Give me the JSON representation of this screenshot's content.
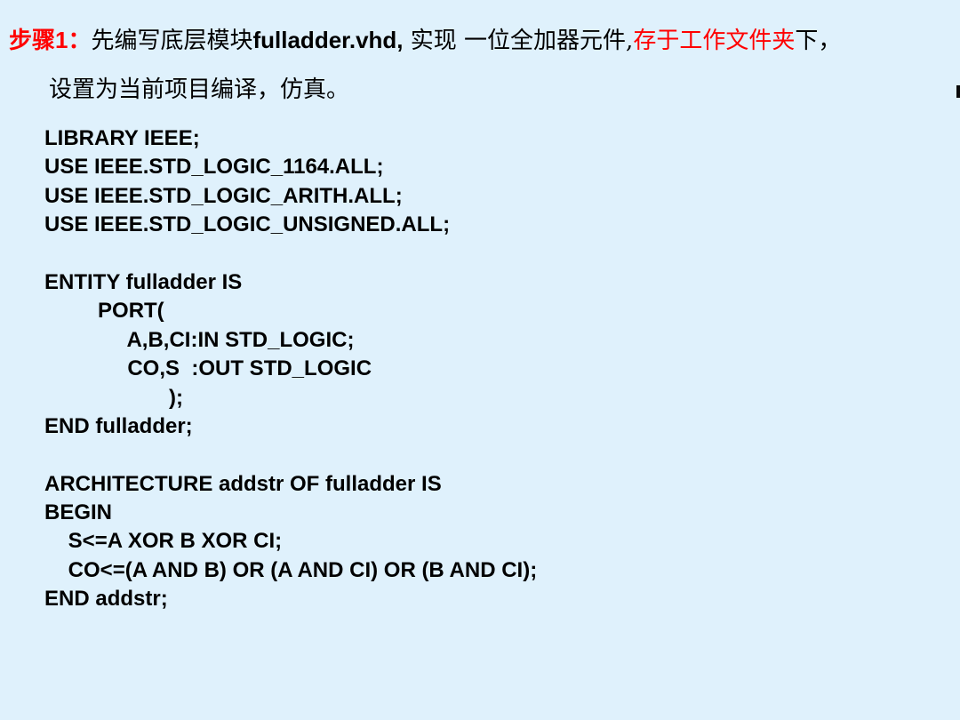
{
  "heading": {
    "step_label": "步骤1：",
    "text_1": "先编写底层模块",
    "filename": "fulladder.vhd,",
    "text_2": " 实现 一位全加器元件,",
    "text_red": "存于工作文件夹",
    "text_3": "下，"
  },
  "subline": "设置为当前项目编译，仿真。",
  "code": {
    "lines": [
      "LIBRARY IEEE;",
      "USE IEEE.STD_LOGIC_1164.ALL;",
      "USE IEEE.STD_LOGIC_ARITH.ALL;",
      "USE IEEE.STD_LOGIC_UNSIGNED.ALL;",
      "",
      "ENTITY fulladder IS",
      "         PORT(",
      "              A,B,CI:IN STD_LOGIC;",
      "              CO,S  :OUT STD_LOGIC",
      "                     );",
      "END fulladder;",
      "",
      "ARCHITECTURE addstr OF fulladder IS",
      "BEGIN",
      "    S<=A XOR B XOR CI;",
      "    CO<=(A AND B) OR (A AND CI) OR (B AND CI);",
      "END addstr;"
    ]
  }
}
